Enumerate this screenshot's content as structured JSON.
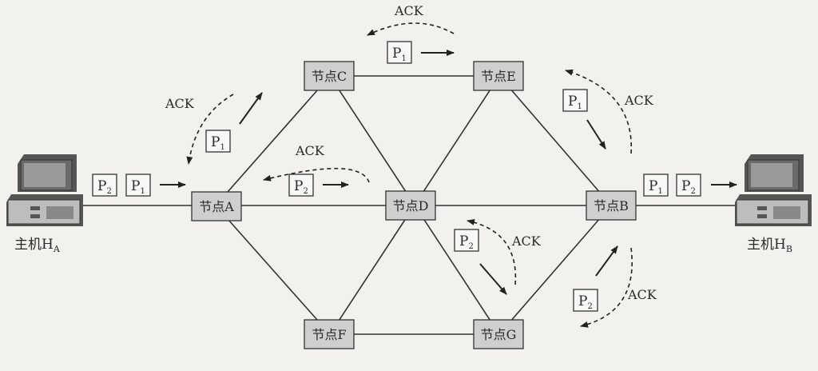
{
  "nodes": {
    "A": "节点A",
    "B": "节点B",
    "C": "节点C",
    "D": "节点D",
    "E": "节点E",
    "F": "节点F",
    "G": "节点G"
  },
  "hosts": {
    "HA": {
      "label": "主机H",
      "sub": "A"
    },
    "HB": {
      "label": "主机H",
      "sub": "B"
    }
  },
  "packets": {
    "p": "P",
    "one": "1",
    "two": "2"
  },
  "ack": "ACK",
  "colors": {
    "node_fill": "#cfcfcf",
    "line": "#333333",
    "background": "#f3f1ee"
  }
}
